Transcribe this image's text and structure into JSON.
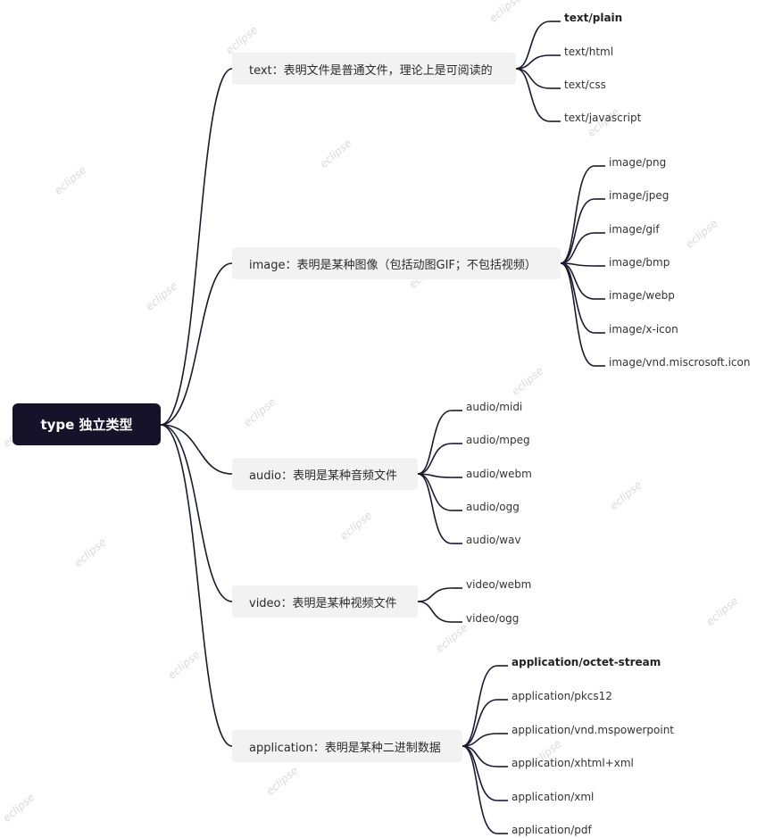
{
  "root": {
    "label": "type 独立类型"
  },
  "branches": [
    {
      "label": "text：表明文件是普通文件，理论上是可阅读的",
      "leaves": [
        {
          "label": "text/plain",
          "bold": true
        },
        {
          "label": "text/html"
        },
        {
          "label": "text/css"
        },
        {
          "label": "text/javascript"
        }
      ]
    },
    {
      "label": "image：表明是某种图像（包括动图GIF；不包括视频）",
      "leaves": [
        {
          "label": "image/png"
        },
        {
          "label": "image/jpeg"
        },
        {
          "label": "image/gif"
        },
        {
          "label": "image/bmp"
        },
        {
          "label": "image/webp"
        },
        {
          "label": "image/x-icon"
        },
        {
          "label": "image/vnd.miscrosoft.icon"
        }
      ]
    },
    {
      "label": "audio：表明是某种音频文件",
      "leaves": [
        {
          "label": "audio/midi"
        },
        {
          "label": "audio/mpeg"
        },
        {
          "label": "audio/webm"
        },
        {
          "label": "audio/ogg"
        },
        {
          "label": "audio/wav"
        }
      ]
    },
    {
      "label": "video：表明是某种视频文件",
      "leaves": [
        {
          "label": "video/webm"
        },
        {
          "label": "video/ogg"
        }
      ]
    },
    {
      "label": "application：表明是某种二进制数据",
      "leaves": [
        {
          "label": "application/octet-stream",
          "bold": true
        },
        {
          "label": "application/pkcs12"
        },
        {
          "label": "application/vnd.mspowerpoint"
        },
        {
          "label": "application/xhtml+xml"
        },
        {
          "label": "application/xml"
        },
        {
          "label": "application/pdf"
        }
      ]
    }
  ],
  "watermark": {
    "text": "eclipse"
  },
  "colors": {
    "root_bg": "#151229",
    "branch_bg": "#f2f2f2",
    "line": "#1a1a2e"
  }
}
